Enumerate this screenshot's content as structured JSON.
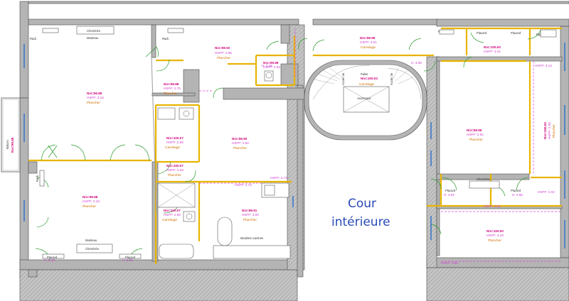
{
  "court": {
    "line1": "Cour",
    "line2": "intérieure"
  },
  "rooms": [
    {
      "id": "r1",
      "niv": "Niv=99.88",
      "hsfp": "HSFP: 3.18",
      "floor": "Plancher"
    },
    {
      "id": "r2",
      "niv": "Niv=99.92",
      "hsfp": "HSFP: 2.98",
      "floor": "Plancher"
    },
    {
      "id": "r3",
      "niv": "Niv=99.98",
      "hsfp": "HSFP: 2.93",
      "floor": ""
    },
    {
      "id": "r4",
      "niv": "Niv=99.99",
      "hsfp": "HSFP: 3.01",
      "floor": "Carrelage"
    },
    {
      "id": "r5",
      "niv": "Niv=99.88",
      "hsfp": "HSFP: 2.76",
      "floor": "Plancher"
    },
    {
      "id": "r6",
      "niv": "Niv=100.07",
      "hsfp": "HSFP: 2.58",
      "floor": "Carrelage"
    },
    {
      "id": "r7",
      "niv": "Niv=99.90",
      "hsfp": "HSFP: 2.90",
      "floor": "Plancher"
    },
    {
      "id": "r8",
      "niv": "Niv=100.07",
      "hsfp": "HSFP: 2.63",
      "floor": "Plancher"
    },
    {
      "id": "r9",
      "niv": "Niv=99.88",
      "hsfp": "HSFP: 3.18",
      "floor": "Plancher"
    },
    {
      "id": "r10",
      "niv": "Niv=100.07",
      "hsfp": "HSFP: 2.58",
      "floor": "Carrelage"
    },
    {
      "id": "r11",
      "niv": "Niv=99.91",
      "hsfp": "HSFP: 3.00",
      "floor": "Plancher"
    },
    {
      "id": "r12",
      "niv": "Niv=100.00",
      "hsfp": "HSFP: 3.02",
      "floor": ""
    },
    {
      "id": "r13",
      "niv": "Niv=100.02",
      "hsfp": "HSFP: 2.98",
      "floor": "Plancher"
    },
    {
      "id": "r14",
      "niv": "Niv=99.99",
      "hsfp": "HSFP: 2.94",
      "floor": "Plancher"
    },
    {
      "id": "r15",
      "niv": "Niv=100.00",
      "hsfp": "HSFP: 3.18",
      "floor": "Plancher"
    }
  ],
  "landing": {
    "title": "Palier",
    "niv": "Niv=100.03",
    "hsfp": "",
    "floor": "Carrelage",
    "lift": "Ascenseur"
  },
  "balcony": {
    "label": "Balcon",
    "niv": "Niv=99.88"
  },
  "fixtures": {
    "cheminee": "Cheminée",
    "manteau": "Manteau",
    "placard": "Placard",
    "radiateur": "Radi.",
    "meubles": "Meubles cuisines",
    "asc_up": "Accès 4e",
    "asc_down": "Accès 2e",
    "rgt": "Rgt."
  },
  "heights": {
    "h_placard_left1": "H: 2.45",
    "h_placard_left2": "H: 2.48",
    "h_placard_right1": "H: 2.94",
    "h_placard_right2": "H: 2.86",
    "h_wc": "H: 3.19",
    "h_landing": "H: 3.08",
    "hsfp_corr1": "HSFP: 2.73",
    "hsfp_corr2": "HSFP: 2.72",
    "hsfp_corr3": "HSFP: 2.92",
    "hsfp_right": "HSFP: 3.13",
    "hsfp_right2": "HSFP: 2.02",
    "hsfp_bottom": "HSFP: 2.98"
  }
}
